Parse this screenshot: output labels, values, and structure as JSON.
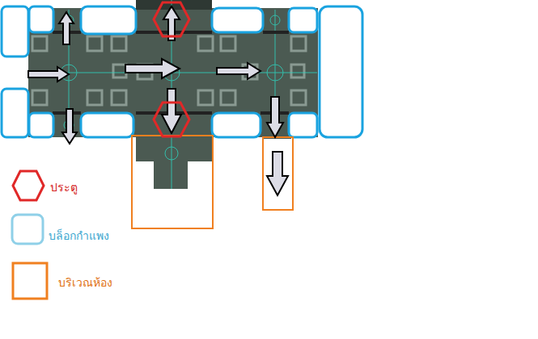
{
  "diagram": {
    "legend": [
      {
        "text": "ประตู"
      },
      {
        "text": "บล็อกกำแพง"
      },
      {
        "text": "บริเวณห้อง"
      }
    ]
  }
}
